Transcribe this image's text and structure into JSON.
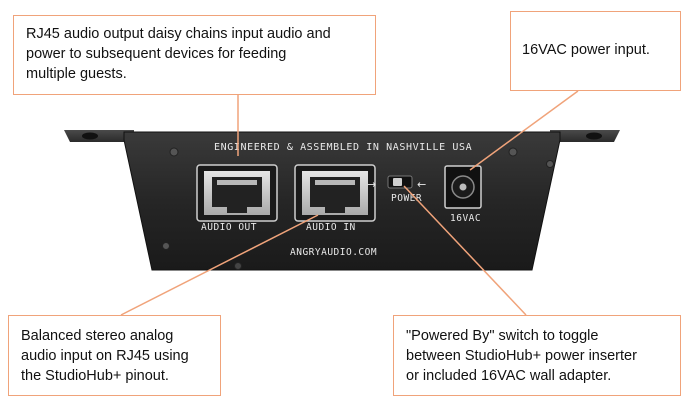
{
  "callouts": {
    "rj45_output": "RJ45 audio output daisy chains input audio and\npower to subsequent devices for feeding\nmultiple guests.",
    "power_input": "16VAC power input.",
    "balanced_input": "Balanced stereo analog\naudio input on RJ45 using\nthe StudioHub+ pinout.",
    "powered_by": "\"Powered By\" switch to toggle\nbetween StudioHub+ power inserter\nor included 16VAC wall adapter."
  },
  "device_labels": {
    "engineered": "ENGINEERED & ASSEMBLED IN NASHVILLE USA",
    "audio_out": "AUDIO OUT",
    "audio_in": "AUDIO IN",
    "power": "POWER",
    "vac": "16VAC",
    "website": "ANGRYAUDIO.COM"
  },
  "colors": {
    "leader_line": "#f0a37a",
    "device_body": "#2a2a2a",
    "engraving": "#e9e9e9"
  }
}
